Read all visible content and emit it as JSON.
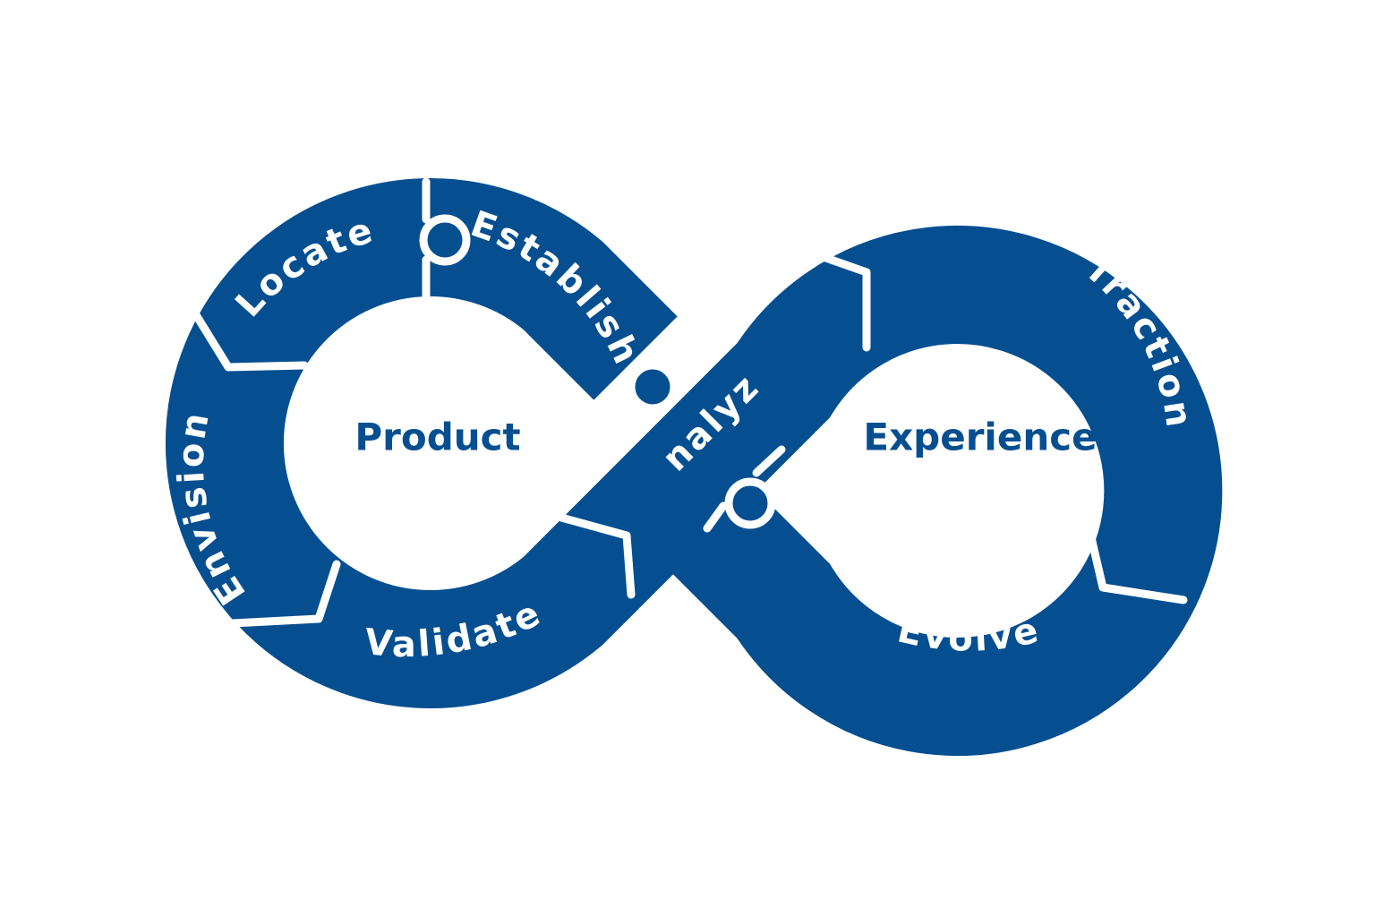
{
  "colors": {
    "band": "#054f91",
    "divider": "#ffffff",
    "background": "#ffffff"
  },
  "loops": {
    "left_center_label": "Product",
    "right_center_label": "Experience"
  },
  "segments": [
    {
      "label": "Locate"
    },
    {
      "label": "Establish"
    },
    {
      "label": "Analyze"
    },
    {
      "label": "Traction"
    },
    {
      "label": "Evolve"
    },
    {
      "label": "Validate"
    },
    {
      "label": "Envision"
    }
  ]
}
